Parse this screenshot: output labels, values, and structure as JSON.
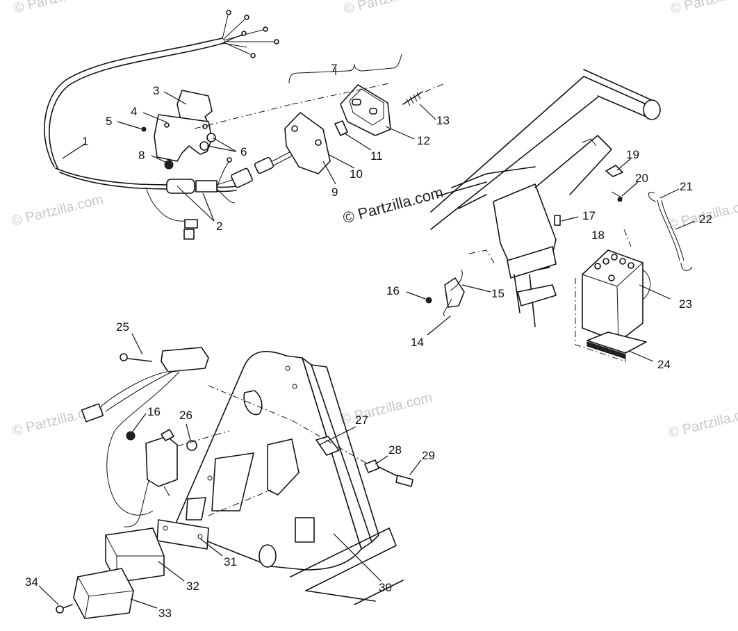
{
  "diagram": {
    "center_watermark": "© Partzilla.com",
    "faint_watermarks": [
      "© Partzilla.com",
      "© Partzilla.com",
      "© Partzilla.com",
      "© Partzilla.com",
      "© Partzilla.com",
      "© Partzilla.com",
      "© Partzilla.com",
      "© Partzilla.com"
    ],
    "callouts": [
      "1",
      "2",
      "3",
      "4",
      "5",
      "6",
      "7",
      "8",
      "9",
      "10",
      "11",
      "12",
      "13",
      "14",
      "15",
      "16",
      "16",
      "17",
      "18",
      "19",
      "20",
      "21",
      "22",
      "23",
      "24",
      "25",
      "26",
      "27",
      "28",
      "29",
      "30",
      "31",
      "32",
      "33",
      "34"
    ]
  }
}
